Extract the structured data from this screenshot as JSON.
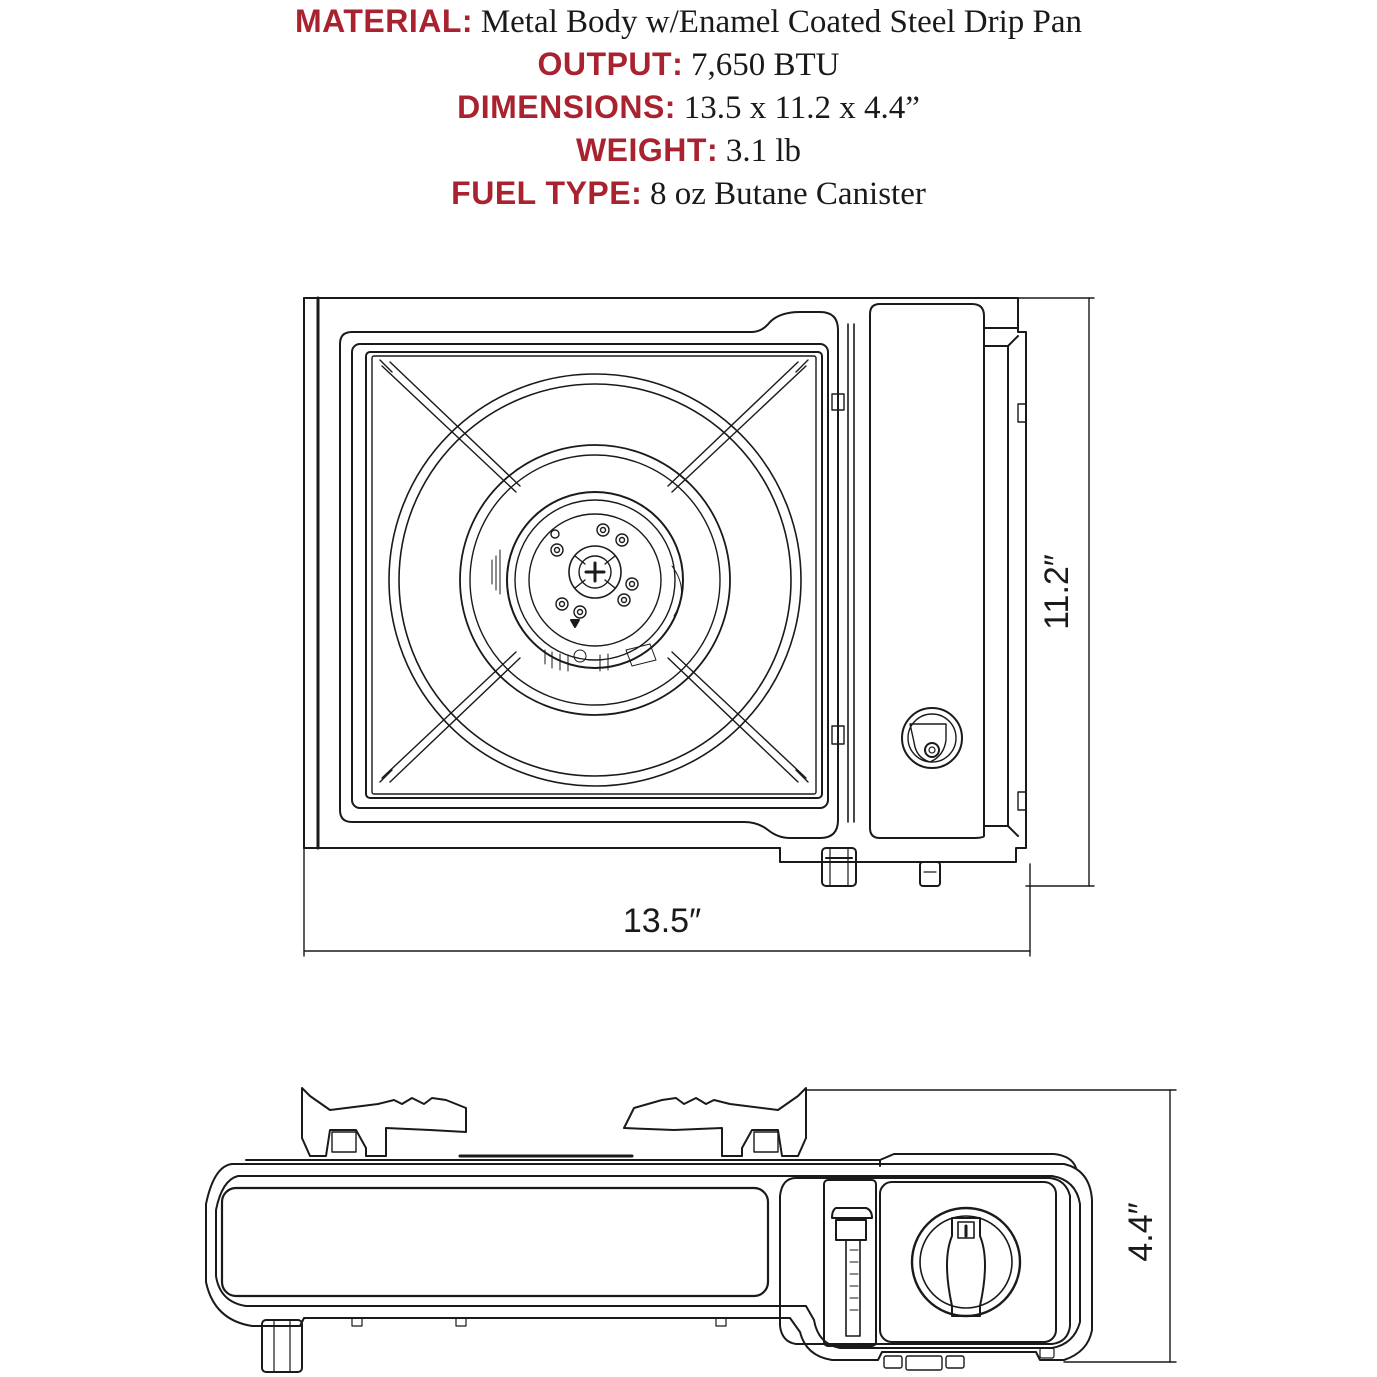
{
  "colors": {
    "label": "#a8232f",
    "text": "#1a1a1a",
    "line": "#1a1a1a"
  },
  "specs": [
    {
      "label": "MATERIAL",
      "sep": ":",
      "value": " Metal Body w/Enamel Coated Steel Drip Pan"
    },
    {
      "label": "OUTPUT",
      "sep": ":",
      "value": " 7,650 BTU"
    },
    {
      "label": "DIMENSIONS",
      "sep": ":",
      "value": " 13.5 x 11.2 x 4.4”"
    },
    {
      "label": "WEIGHT",
      "sep": ":",
      "value": " 3.1 lb"
    },
    {
      "label": "FUEL TYPE",
      "sep": ":",
      "value": " 8 oz Butane Canister"
    }
  ],
  "dimensions": {
    "width": "13.5″",
    "depth": "11.2″",
    "height": "4.4″"
  }
}
